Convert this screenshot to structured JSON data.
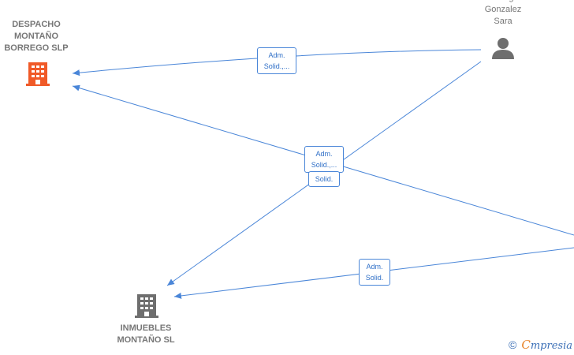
{
  "nodes": {
    "despacho": {
      "label": "DESPACHO\nMONTAÑO\nBORREGO  SLP",
      "color": "#f05a28"
    },
    "inmuebles": {
      "label": "INMUEBLES\nMONTAÑO  SL",
      "color": "#6e6e6e"
    },
    "sara": {
      "label": "Borrego\nGonzalez\nSara",
      "color": "#6e6e6e"
    }
  },
  "edges": {
    "e1": "Adm.\nSolid.,...",
    "e2": "Adm.\nSolid.,...",
    "e3": "Solid.",
    "e4": "Adm.\nSolid."
  },
  "colors": {
    "edge": "#4a86d8"
  },
  "footer": {
    "copyright": "©",
    "brand_e": "C",
    "brand_rest": "mpresia"
  }
}
